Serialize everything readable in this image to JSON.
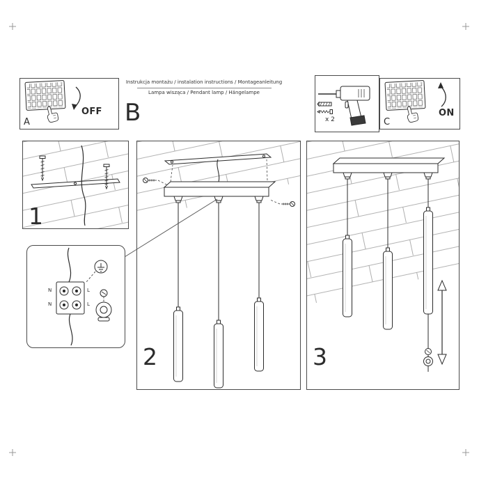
{
  "colors": {
    "ink": "#2b2b2b",
    "panel_border": "#4a4a4a",
    "plank_line": "#9a9a9a"
  },
  "header": {
    "section_label": "B",
    "instructions": "Instrukcja montażu / instalation instructions / Montageanleitung",
    "product": "Lampa wisząca / Pendant lamp / Hängelampe"
  },
  "power_off_panel": {
    "label": "A",
    "state": "OFF"
  },
  "power_on_panel": {
    "label": "C",
    "state": "ON"
  },
  "tools_panel": {
    "anchors_count": "x 2"
  },
  "steps": [
    {
      "label": "1"
    },
    {
      "label": "2"
    },
    {
      "label": "3"
    }
  ],
  "wiring_detail": {
    "terminals": {
      "top_left": "N",
      "top_right": "L",
      "bottom_left": "N",
      "bottom_right": "L"
    }
  }
}
